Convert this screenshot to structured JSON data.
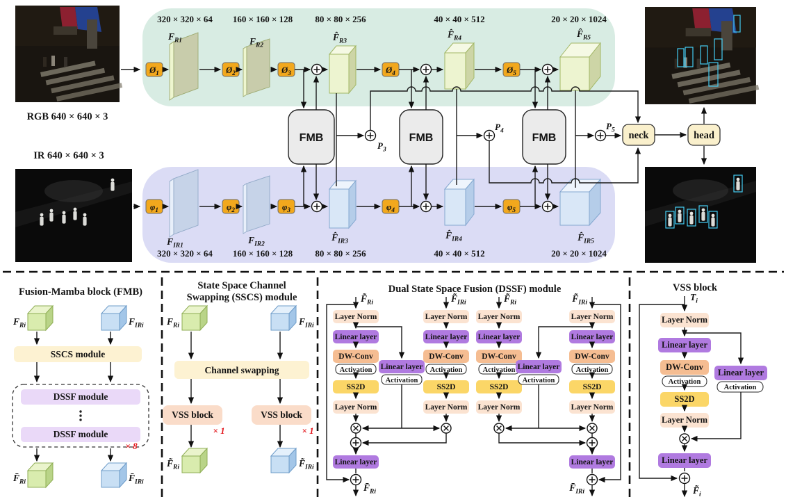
{
  "colors": {
    "stem_orange": "#f2a81d",
    "rgb_band": "#d8ece3",
    "ir_band": "#dbdcf5",
    "fmb_gray": "#ebebeb",
    "neck_head_cream": "#faf0cc",
    "sscs_cream": "#fdf2d2",
    "dssf_purple_bar": "#ead9f8",
    "vss_peach": "#fadcc9",
    "layer_norm_peach": "#fbe3d1",
    "linear_purple": "#b07ae0",
    "dwconv_orange": "#f5bd92",
    "ss2d_yellow": "#fbd667",
    "annotation_red": "#e3151b",
    "detection_cyan": "#44ccf2"
  },
  "top": {
    "rgb_input_label": "RGB 640 × 640 × 3",
    "ir_input_label": "IR 640 × 640 × 3",
    "dims_rgb": [
      "320 × 320 × 64",
      "160 × 160 × 128",
      "80 × 80 × 256",
      "40 × 40 × 512",
      "20 × 20 × 1024"
    ],
    "dims_ir": [
      "320 × 320 × 64",
      "160 × 160 × 128",
      "80 × 80 × 256",
      "40 × 40 × 512",
      "20 × 20 × 1024"
    ],
    "stems_rgb": [
      {
        "sym": "Ø",
        "sub": "1"
      },
      {
        "sym": "Ø",
        "sub": "2"
      },
      {
        "sym": "Ø",
        "sub": "3"
      },
      {
        "sym": "Ø",
        "sub": "4"
      },
      {
        "sym": "Ø",
        "sub": "5"
      }
    ],
    "stems_ir": [
      {
        "sym": "φ",
        "sub": "1"
      },
      {
        "sym": "φ",
        "sub": "2"
      },
      {
        "sym": "φ",
        "sub": "3"
      },
      {
        "sym": "φ",
        "sub": "4"
      },
      {
        "sym": "φ",
        "sub": "5"
      }
    ],
    "feats_rgb": [
      {
        "base": "F",
        "sub": "R1"
      },
      {
        "base": "F",
        "sub": "R2"
      },
      {
        "base": "F̂",
        "sub": "R3"
      },
      {
        "base": "F̂",
        "sub": "R4"
      },
      {
        "base": "F̂",
        "sub": "R5"
      }
    ],
    "feats_ir": [
      {
        "base": "F",
        "sub": "IR1"
      },
      {
        "base": "F",
        "sub": "IR2"
      },
      {
        "base": "F̂",
        "sub": "IR3"
      },
      {
        "base": "F̂",
        "sub": "IR4"
      },
      {
        "base": "F̂",
        "sub": "IR5"
      }
    ],
    "fmb": "FMB",
    "p": [
      {
        "base": "P",
        "sub": "3"
      },
      {
        "base": "P",
        "sub": "4"
      },
      {
        "base": "P",
        "sub": "5"
      }
    ],
    "neck": "neck",
    "head": "head"
  },
  "blocks": {
    "layer_norm": "Layer Norm",
    "linear": "Linear layer",
    "dwconv": "DW-Conv",
    "activation": "Activation",
    "ss2d": "SS2D"
  },
  "fmb_panel": {
    "title": "Fusion-Mamba block  (FMB)",
    "in_l": {
      "base": "F",
      "sub": "Ri"
    },
    "in_r": {
      "base": "F",
      "sub": "IRi"
    },
    "sscs": "SSCS module",
    "dssf1": "DSSF module",
    "dssf2": "DSSF module",
    "times": "× 8",
    "out_l": {
      "base": "F̄",
      "sub": "Ri"
    },
    "out_r": {
      "base": "F̄",
      "sub": "IRi"
    }
  },
  "sscs_panel": {
    "title1": "State Space Channel",
    "title2": "Swapping (SSCS) module",
    "in_l": {
      "base": "F",
      "sub": "Ri"
    },
    "in_r": {
      "base": "F",
      "sub": "IRi"
    },
    "swap": "Channel swapping",
    "vss": "VSS block",
    "times": "× 1",
    "out_l": {
      "base": "F̃",
      "sub": "Ri"
    },
    "out_r": {
      "base": "F̃",
      "sub": "IRi"
    }
  },
  "dssf_panel": {
    "title": "Dual State Space Fusion (DSSF) module",
    "in_rgb": {
      "base": "F̃",
      "sub": "Ri"
    },
    "in_ir": {
      "base": "F̃",
      "sub": "IRi"
    },
    "out_l": {
      "base": "F̄",
      "sub": "Ri"
    },
    "out_r": {
      "base": "F̄",
      "sub": "IRi"
    }
  },
  "vss_panel": {
    "title": "VSS block",
    "in": {
      "base": "T",
      "sub": "i"
    },
    "out": {
      "base": "F̃",
      "sub": "i"
    }
  }
}
